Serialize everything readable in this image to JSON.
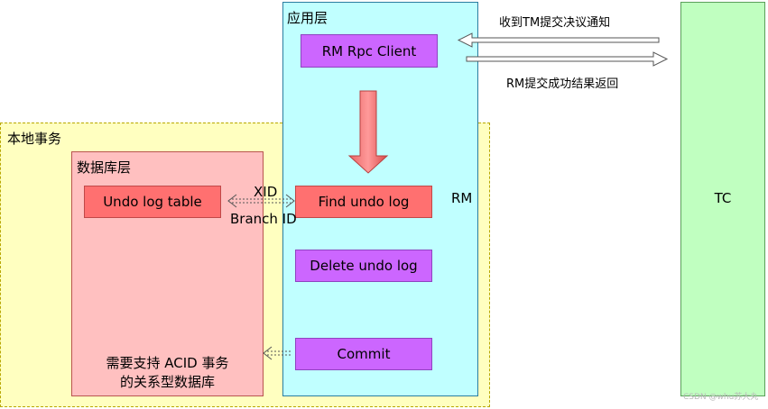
{
  "local_transaction": {
    "title": "本地事务"
  },
  "db_layer": {
    "title": "数据库层",
    "undo_table_label": "Undo log table",
    "note_line1": "需要支持 ACID 事务",
    "note_line2": "的关系型数据库"
  },
  "app_layer": {
    "title": "应用层",
    "rm_rpc_client": "RM Rpc Client",
    "find_undo_log": "Find undo log",
    "delete_undo_log": "Delete undo log",
    "commit": "Commit",
    "rm_label": "RM"
  },
  "connectors": {
    "xid": "XID",
    "branch_id": "Branch ID"
  },
  "tc": {
    "label": "TC"
  },
  "messages": {
    "from_tc": "收到TM提交决议通知",
    "to_tc": "RM提交成功结果返回"
  },
  "watermark": "CSDN @whu苏大丸",
  "colors": {
    "local_tx_bg": "#ffffc0",
    "db_layer_bg": "#ffc0c0",
    "app_layer_bg": "#c0ffff",
    "tc_bg": "#c0ffc0",
    "purple_box": "#cc66ff",
    "red_box": "#ff7070",
    "down_arrow": "#e35a5a"
  }
}
